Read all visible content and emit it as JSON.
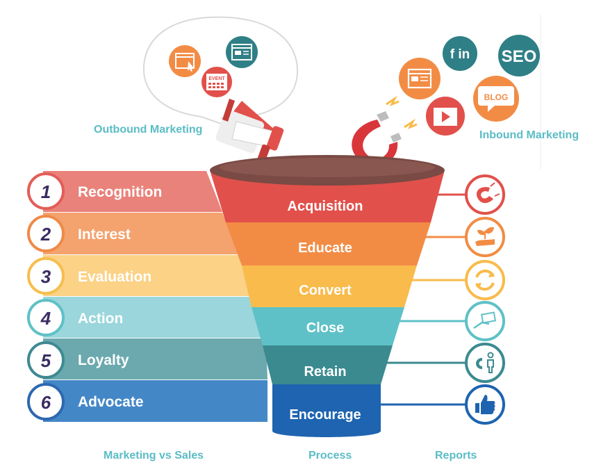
{
  "top": {
    "outbound_label": "Outbound Marketing",
    "inbound_label": "Inbound Marketing",
    "event_icon_text": "EVENT",
    "seo_icon_text": "SEO",
    "blog_icon_text": "BLOG",
    "social_icon_text": "f in"
  },
  "stages": [
    {
      "number": "1",
      "label": "Recognition",
      "color": "#e9827b",
      "ring": "#e35d57"
    },
    {
      "number": "2",
      "label": "Interest",
      "color": "#f4a26e",
      "ring": "#ef8a48"
    },
    {
      "number": "3",
      "label": "Evaluation",
      "color": "#fbd286",
      "ring": "#f7be4d"
    },
    {
      "number": "4",
      "label": "Action",
      "color": "#9ad6db",
      "ring": "#5ec1c7"
    },
    {
      "number": "5",
      "label": "Loyalty",
      "color": "#6ba9ae",
      "ring": "#3e8a92"
    },
    {
      "number": "6",
      "label": "Advocate",
      "color": "#4487c7",
      "ring": "#2d68b0"
    }
  ],
  "funnel": [
    {
      "label": "Acquisition",
      "color": "#e2504b"
    },
    {
      "label": "Educate",
      "color": "#f28c45"
    },
    {
      "label": "Convert",
      "color": "#f8bb4c"
    },
    {
      "label": "Close",
      "color": "#5ec1c7"
    },
    {
      "label": "Retain",
      "color": "#3b8a90"
    },
    {
      "label": "Encourage",
      "color": "#1e64b0"
    }
  ],
  "report_icons": [
    {
      "name": "magnet-icon",
      "color": "#e2504b"
    },
    {
      "name": "plant-hand-icon",
      "color": "#f28c45"
    },
    {
      "name": "refresh-icon",
      "color": "#f8bb4c"
    },
    {
      "name": "handshake-card-icon",
      "color": "#5ec1c7"
    },
    {
      "name": "person-magnet-icon",
      "color": "#3b8a90"
    },
    {
      "name": "thumbs-up-icon",
      "color": "#1e64b0"
    }
  ],
  "footer": {
    "left": "Marketing vs Sales",
    "middle": "Process",
    "right": "Reports"
  }
}
